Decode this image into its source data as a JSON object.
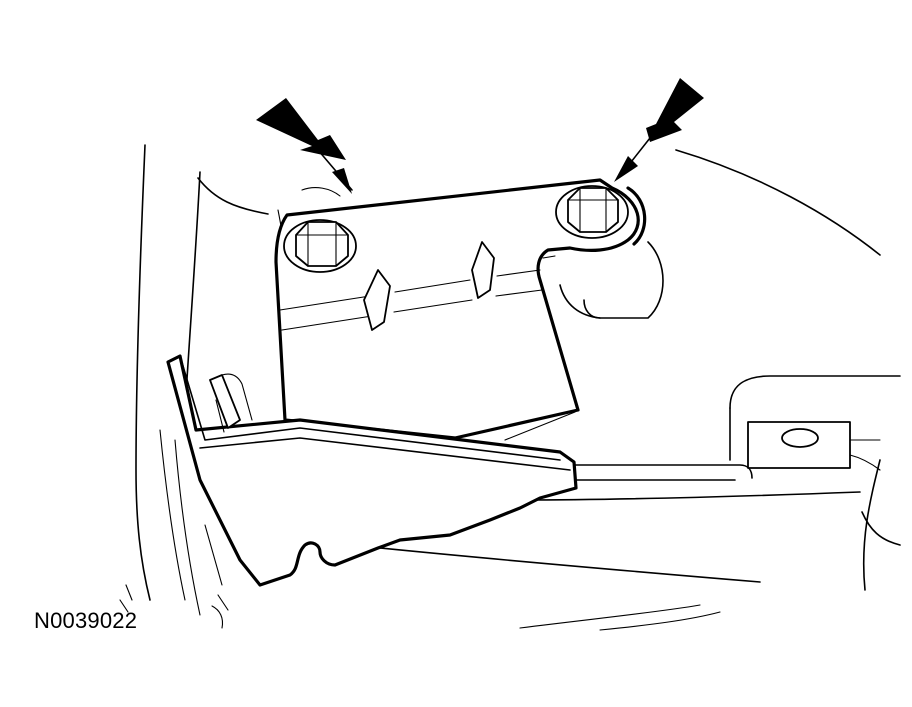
{
  "figure": {
    "reference_code": "N0039022",
    "callout_arrows": [
      {
        "name": "arrow-left-bolt",
        "points_to": "left-bolt"
      },
      {
        "name": "arrow-right-bolt",
        "points_to": "right-bolt"
      }
    ],
    "colors": {
      "ink": "#000000",
      "paper": "#ffffff"
    }
  }
}
